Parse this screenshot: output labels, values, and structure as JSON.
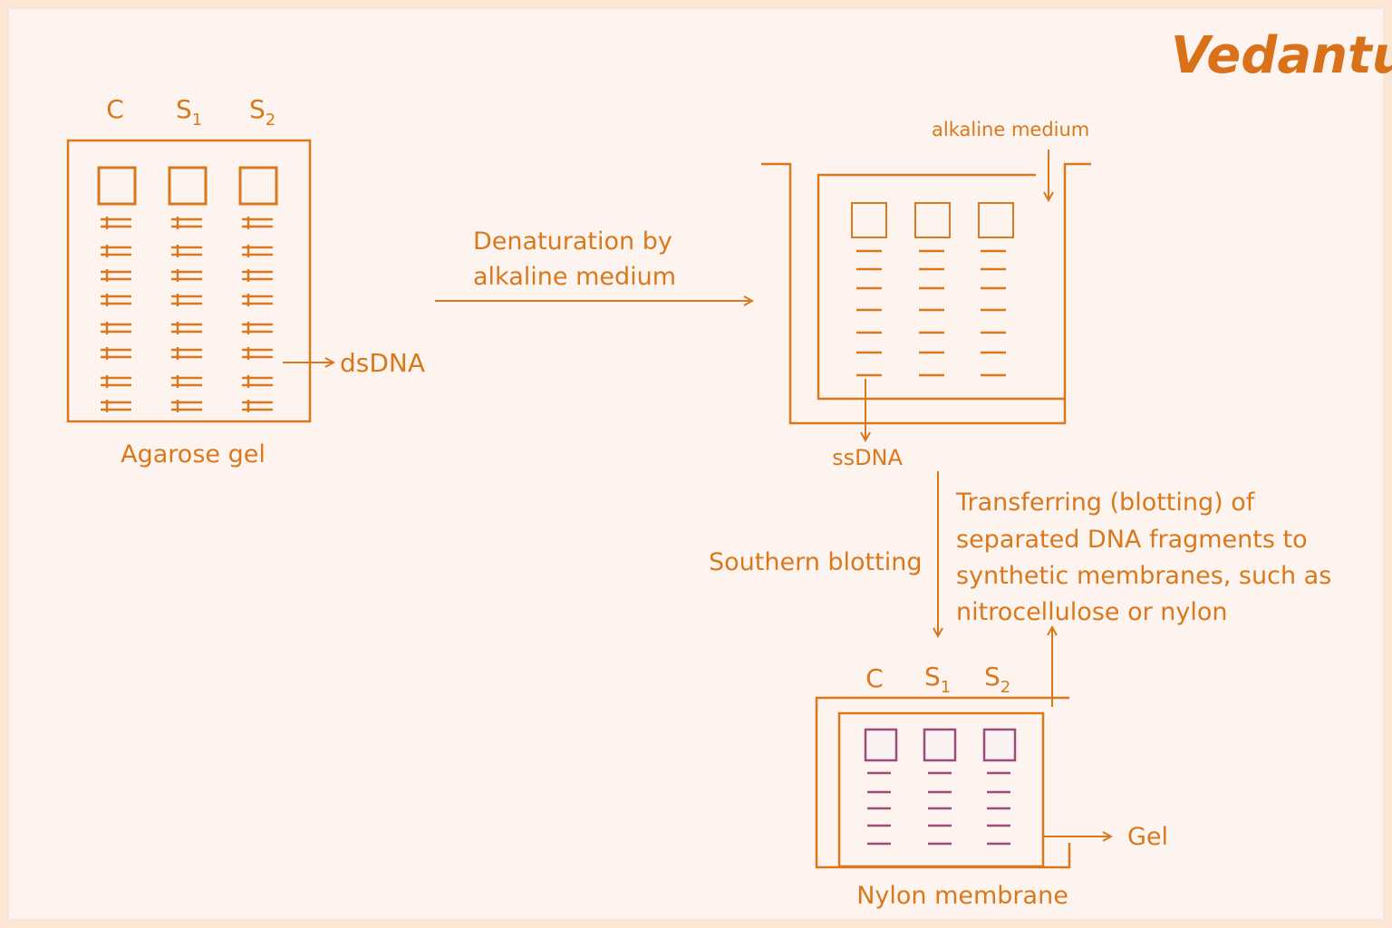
{
  "brand": {
    "logo_text": "Vedantu"
  },
  "colors": {
    "accent": "#d9781c",
    "membrane_band": "#9b4c7a",
    "background": "#fdf4ef",
    "border": "#fbe6d6"
  },
  "agarose_gel": {
    "lanes": [
      {
        "main": "C",
        "sub": ""
      },
      {
        "main": "S",
        "sub": "1"
      },
      {
        "main": "S",
        "sub": "2"
      }
    ],
    "caption": "Agarose gel",
    "pointer_label": "dsDNA"
  },
  "denaturation": {
    "line1": "Denaturation by",
    "line2": "alkaline medium"
  },
  "alkaline_tank": {
    "medium_label": "alkaline medium",
    "output_label": "ssDNA"
  },
  "southern": {
    "label": "Southern blotting",
    "description": [
      "Transferring (blotting) of",
      "separated DNA fragments to",
      "synthetic membranes, such as",
      "nitrocellulose or nylon"
    ]
  },
  "nylon_membrane": {
    "lanes": [
      {
        "main": "C",
        "sub": ""
      },
      {
        "main": "S",
        "sub": "1"
      },
      {
        "main": "S",
        "sub": "2"
      }
    ],
    "caption": "Nylon membrane",
    "gel_label": "Gel"
  }
}
